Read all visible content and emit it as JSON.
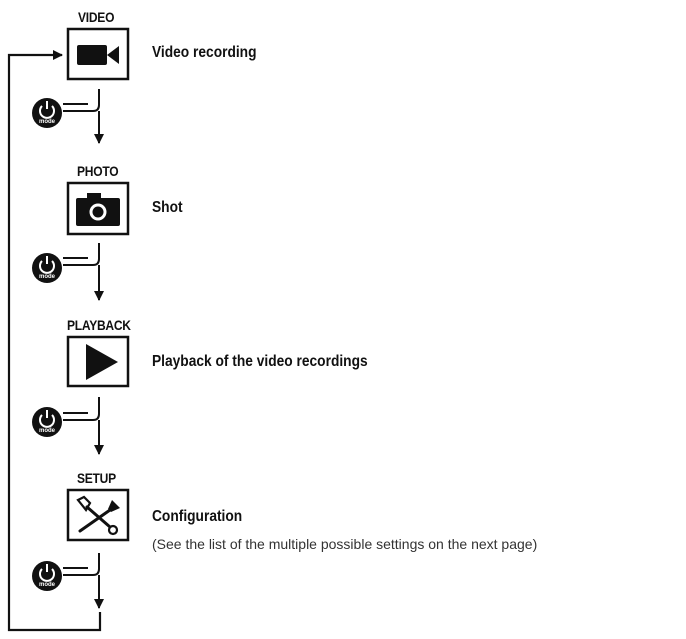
{
  "modes": [
    {
      "key": "video",
      "label": "VIDEO",
      "icon": "video-camera-icon",
      "description": "Video recording"
    },
    {
      "key": "photo",
      "label": "PHOTO",
      "icon": "photo-camera-icon",
      "description": "Shot"
    },
    {
      "key": "playback",
      "label": "PLAYBACK",
      "icon": "play-icon",
      "description": "Playback of the video recordings"
    },
    {
      "key": "setup",
      "label": "SETUP",
      "icon": "wrench-screwdriver-icon",
      "description": "Configuration",
      "note": "(See the list of the multiple possible settings on the next page)"
    }
  ],
  "mode_button": {
    "label": "mode",
    "icon": "power-icon"
  },
  "colors": {
    "ink": "#111111",
    "button_fill": "#111111",
    "button_text": "#ffffff"
  }
}
